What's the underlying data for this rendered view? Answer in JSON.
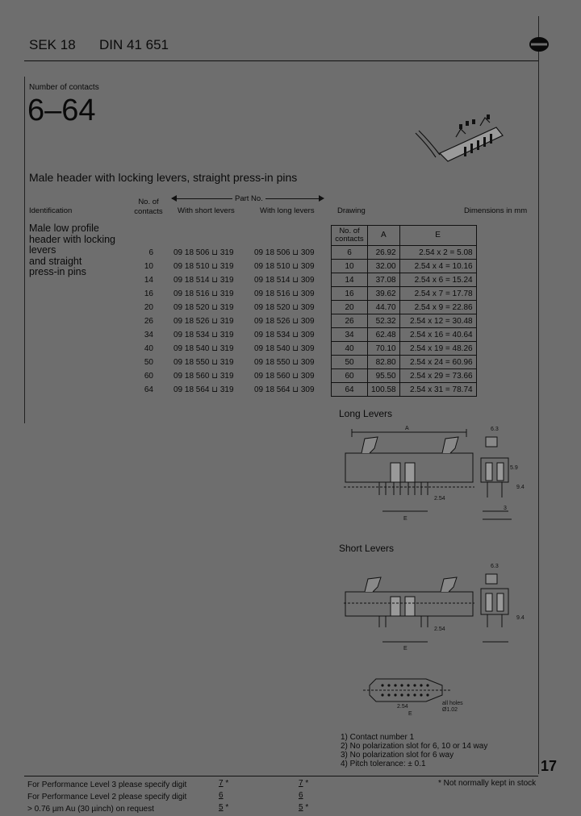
{
  "header": {
    "series": "SEK 18",
    "standard": "DIN 41 651"
  },
  "contacts": {
    "label": "Number of contacts",
    "range": "6–64"
  },
  "section_title": "Male header with locking levers, straight press-in pins",
  "columns": {
    "identification": "Identification",
    "no_of_contacts": [
      "No. of",
      "contacts"
    ],
    "part_no": "Part No.",
    "short": "With short levers",
    "long": "With long levers",
    "drawing": "Drawing",
    "dimensions": "Dimensions in mm"
  },
  "description": [
    "Male low profile",
    "header with locking",
    "levers",
    "and straight",
    "press-in pins"
  ],
  "parts": [
    {
      "n": "6",
      "short": "09 18 506 ⊔ 319",
      "long": "09 18 506 ⊔ 309"
    },
    {
      "n": "10",
      "short": "09 18 510 ⊔ 319",
      "long": "09 18 510 ⊔ 309"
    },
    {
      "n": "14",
      "short": "09 18 514 ⊔ 319",
      "long": "09 18 514 ⊔ 309"
    },
    {
      "n": "16",
      "short": "09 18 516 ⊔ 319",
      "long": "09 18 516 ⊔ 309"
    },
    {
      "n": "20",
      "short": "09 18 520 ⊔ 319",
      "long": "09 18 520 ⊔ 309"
    },
    {
      "n": "26",
      "short": "09 18 526 ⊔ 319",
      "long": "09 18 526 ⊔ 309"
    },
    {
      "n": "34",
      "short": "09 18 534 ⊔ 319",
      "long": "09 18 534 ⊔ 309"
    },
    {
      "n": "40",
      "short": "09 18 540 ⊔ 319",
      "long": "09 18 540 ⊔ 309"
    },
    {
      "n": "50",
      "short": "09 18 550 ⊔ 319",
      "long": "09 18 550 ⊔ 309"
    },
    {
      "n": "60",
      "short": "09 18 560 ⊔ 319",
      "long": "09 18 560 ⊔ 309"
    },
    {
      "n": "64",
      "short": "09 18 564 ⊔ 319",
      "long": "09 18 564 ⊔ 309"
    }
  ],
  "dim_table": {
    "headers": [
      "No. of contacts",
      "A",
      "E"
    ],
    "rows": [
      [
        "6",
        "26.92",
        "2.54 x  2 =  5.08"
      ],
      [
        "10",
        "32.00",
        "2.54 x  4 = 10.16"
      ],
      [
        "14",
        "37.08",
        "2.54 x  6 = 15.24"
      ],
      [
        "16",
        "39.62",
        "2.54 x  7 = 17.78"
      ],
      [
        "20",
        "44.70",
        "2.54 x  9 = 22.86"
      ],
      [
        "26",
        "52.32",
        "2.54 x 12 = 30.48"
      ],
      [
        "34",
        "62.48",
        "2.54 x 16 = 40.64"
      ],
      [
        "40",
        "70.10",
        "2.54 x 19 = 48.26"
      ],
      [
        "50",
        "82.80",
        "2.54 x 24 = 60.96"
      ],
      [
        "60",
        "95.50",
        "2.54 x 29 = 73.66"
      ],
      [
        "64",
        "100.58",
        "2.54 x 31 = 78.74"
      ]
    ]
  },
  "drawings": {
    "long_label": "Long Levers",
    "short_label": "Short Levers",
    "dims": {
      "a": "A",
      "e": "E",
      "d63": "6.3",
      "d59": "5.9",
      "d94": "9.4",
      "d254": "2.54",
      "d3": "3",
      "all_holes": "all holes",
      "hole_dia": "Ø1.02"
    }
  },
  "notes": [
    "1) Contact number 1",
    "2) No polarization slot for 6, 10 or 14 way",
    "3) No polarization slot for 6 way",
    "4) Pitch tolerance: ± 0.1"
  ],
  "page_number": "17",
  "footer": {
    "lines": [
      "For Performance Level 3 please specify digit",
      "For Performance Level 2 please specify digit",
      "> 0.76 µm Au (30 µinch) on request"
    ],
    "codes_short": [
      "7",
      "6",
      "5"
    ],
    "codes_long": [
      "7",
      "6",
      "5"
    ],
    "footnote": "* Not normally kept in stock"
  }
}
